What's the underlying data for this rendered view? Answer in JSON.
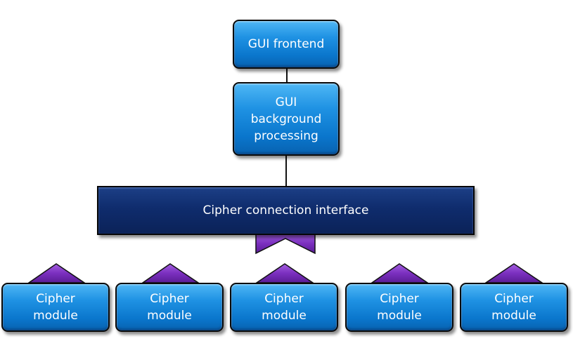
{
  "diagram": {
    "frontend": {
      "label": "GUI frontend"
    },
    "background": {
      "lines": [
        "GUI",
        "background",
        "processing"
      ]
    },
    "interface": {
      "label": "Cipher connection interface"
    },
    "modules": [
      {
        "lines": [
          "Cipher",
          "module"
        ]
      },
      {
        "lines": [
          "Cipher",
          "module"
        ]
      },
      {
        "lines": [
          "Cipher",
          "module"
        ]
      },
      {
        "lines": [
          "Cipher",
          "module"
        ]
      },
      {
        "lines": [
          "Cipher",
          "module"
        ]
      }
    ]
  },
  "colors": {
    "box_blue": "#1f92e3",
    "interface_navy": "#0f2c6d",
    "connector_purple": "#7b2fbf"
  }
}
